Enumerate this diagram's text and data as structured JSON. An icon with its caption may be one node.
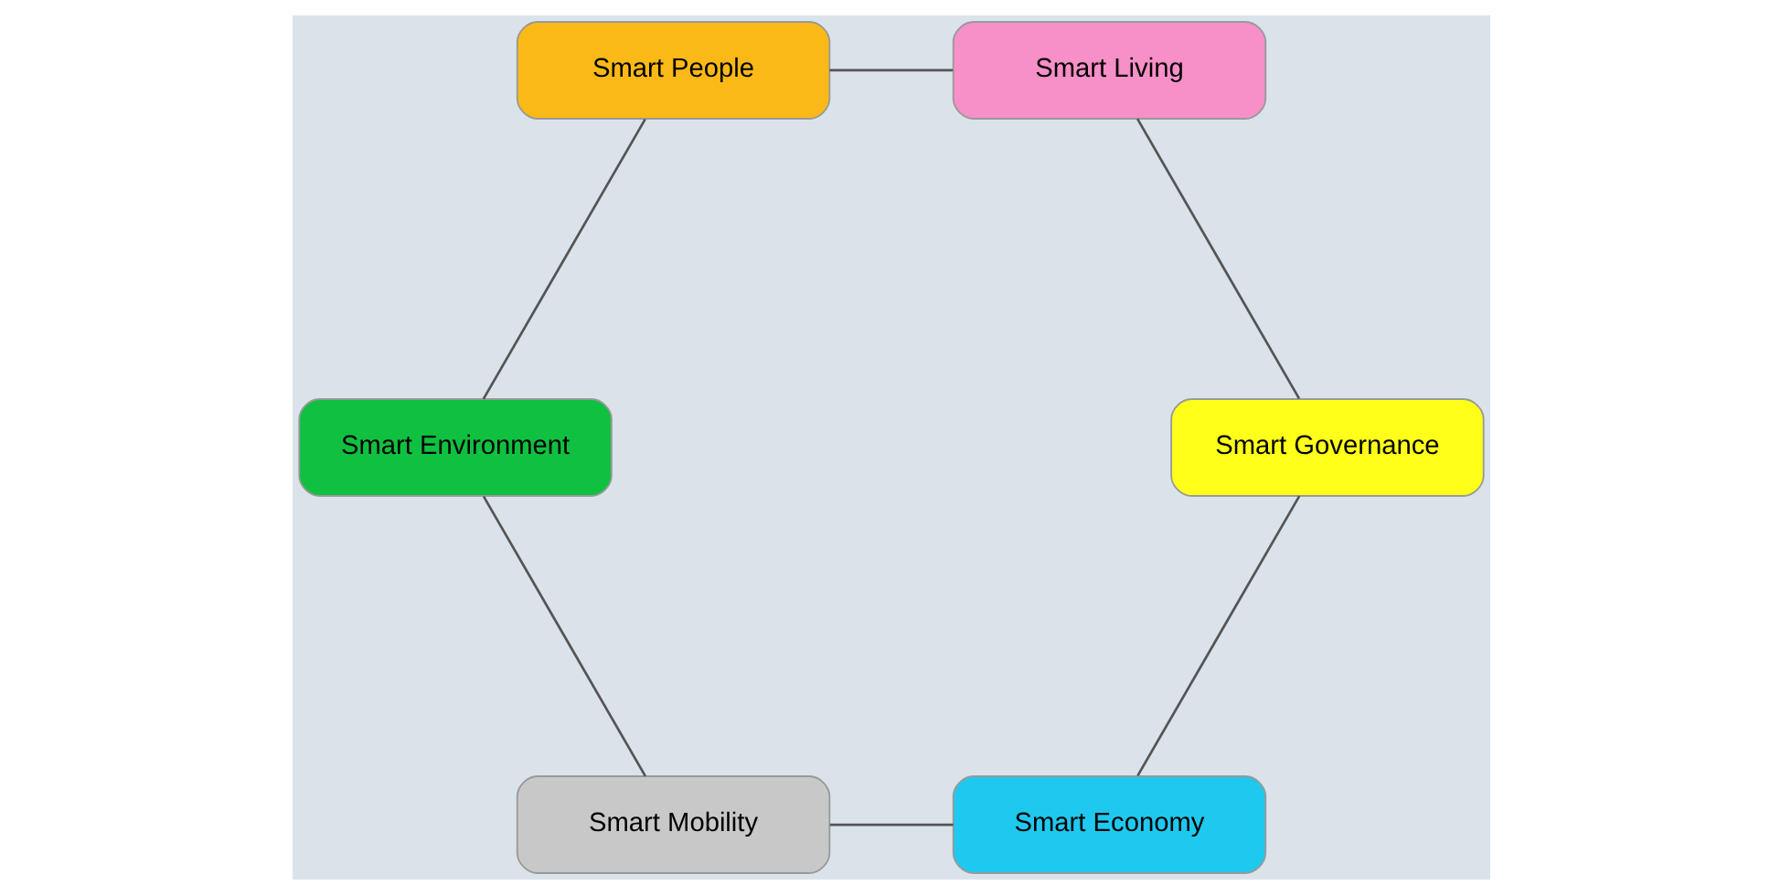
{
  "diagram": {
    "nodes": [
      {
        "text": [
          "Smart Economy"
        ]
      },
      {
        "text": [
          "Smart Mobility"
        ]
      },
      {
        "text": [
          "Smart Governance"
        ]
      },
      {
        "text": [
          "Smart Environment"
        ]
      },
      {
        "text": [
          "Smart Living"
        ]
      },
      {
        "text": [
          "Smart People"
        ]
      }
    ],
    "edges": [
      {
        "from": 0,
        "to": 1,
        "arrow": "none"
      },
      {
        "from": 1,
        "to": 3,
        "arrow": "none"
      },
      {
        "from": 3,
        "to": 5,
        "arrow": "none"
      },
      {
        "from": 5,
        "to": 4,
        "arrow": "none"
      },
      {
        "from": 4,
        "to": 2,
        "arrow": "none"
      },
      {
        "from": 2,
        "to": 0,
        "arrow": "none"
      }
    ]
  }
}
